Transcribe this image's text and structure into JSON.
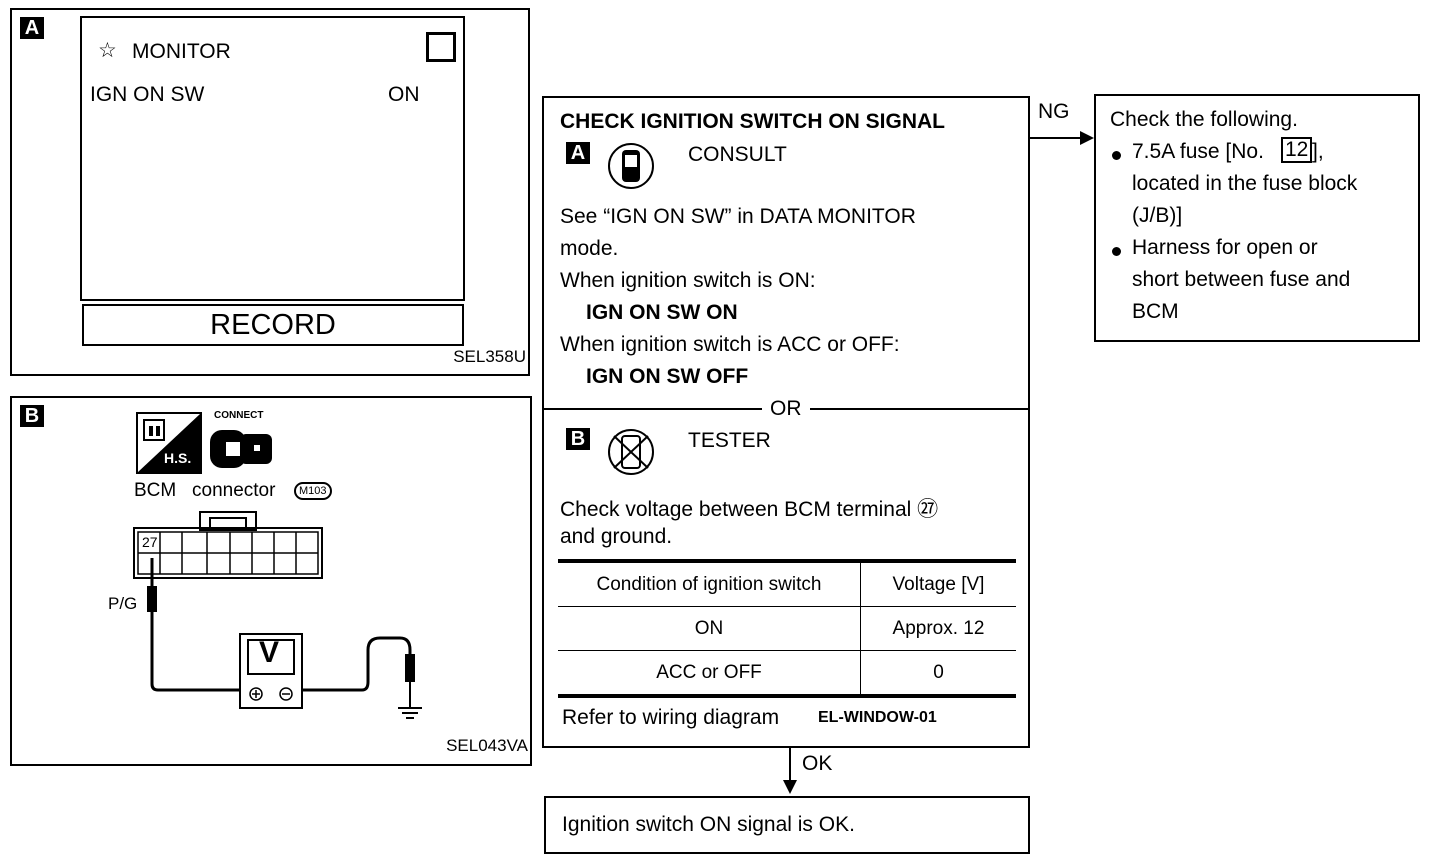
{
  "panel_a": {
    "tag": "A",
    "monitor_star": "☆",
    "monitor_title": "MONITOR",
    "item_label": "IGN ON SW",
    "item_value": "ON",
    "record_label": "RECORD",
    "code": "SEL358U"
  },
  "panel_b": {
    "tag": "B",
    "hs_label": "H.S.",
    "connect_label": "CONNECT",
    "bcm_label": "BCM",
    "connector_label": "connector",
    "connector_id": "M103",
    "terminal_number": "27",
    "wire_color": "P/G",
    "meter_label": "V",
    "code": "SEL043VA"
  },
  "main": {
    "title": "CHECK IGNITION SWITCH ON SIGNAL",
    "tag_a": "A",
    "consult_label": "CONSULT",
    "line1": "See “IGN ON SW” in DATA MONITOR",
    "line2": "mode.",
    "line3": "When ignition switch is ON:",
    "line4": "IGN ON SW ON",
    "line5": "When ignition switch is ACC or OFF:",
    "line6": "IGN ON SW OFF",
    "or_label": "OR",
    "tag_b": "B",
    "tester_label": "TESTER",
    "line7": "Check voltage between BCM terminal ㉗",
    "line8": "and ground.",
    "table": {
      "headers": [
        "Condition of ignition switch",
        "Voltage [V]"
      ],
      "rows": [
        [
          "ON",
          "Approx. 12"
        ],
        [
          "ACC or OFF",
          "0"
        ]
      ]
    },
    "refer_text": "Refer to wiring diagram",
    "refer_code": "EL-WINDOW-01"
  },
  "ng_label": "NG",
  "ok_label": "OK",
  "ng_box": {
    "title": "Check the following.",
    "bullet1_a": "7.5A fuse [No.",
    "fuse_no": "12",
    "bullet1_b": "],",
    "bullet1_c": "located in the fuse block",
    "bullet1_d": "(J/B)]",
    "bullet2_a": "Harness for open or",
    "bullet2_b": "short between fuse and",
    "bullet2_c": "BCM"
  },
  "ok_box": {
    "text": "Ignition switch ON signal is OK."
  }
}
